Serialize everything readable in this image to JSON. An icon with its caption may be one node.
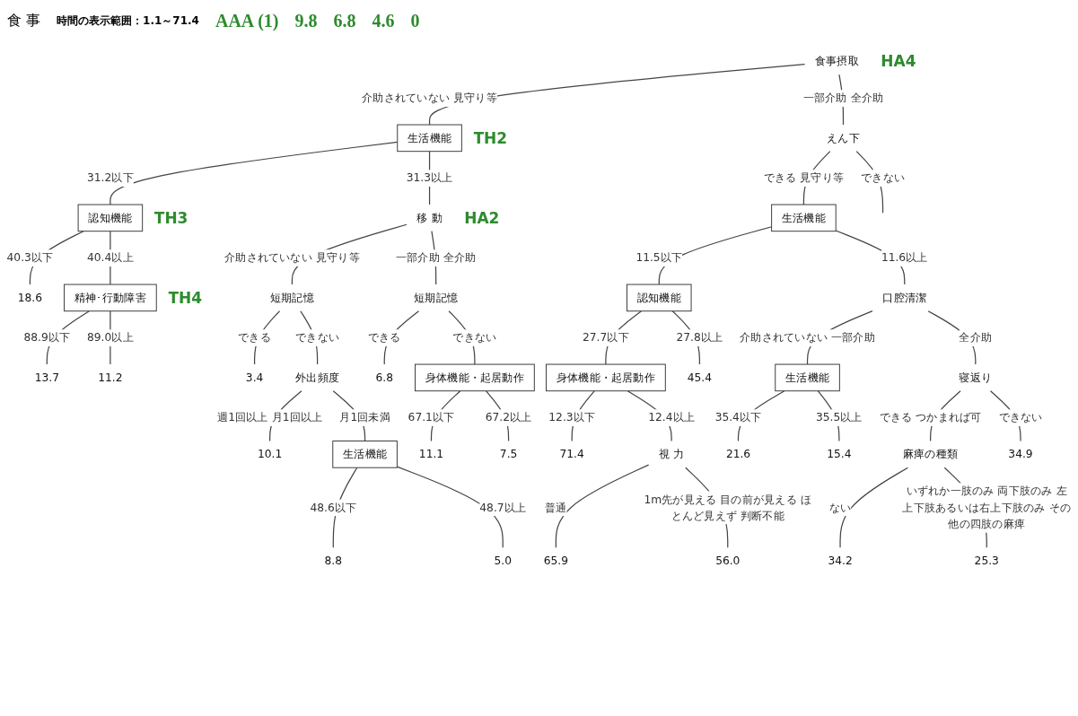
{
  "diagram": {
    "title": "食 事",
    "nodes": [
      {
        "text": [
          "食事摂取"
        ],
        "beside": [
          "HA4"
        ]
      },
      {
        "text": [
          "生活機能"
        ],
        "beside": [
          "TH2"
        ]
      },
      {
        "text": [
          "えん下"
        ]
      },
      {
        "text": [
          "認知機能"
        ],
        "beside": [
          "TH3"
        ]
      },
      {
        "text": [
          "移 動"
        ],
        "beside": [
          "HA2"
        ]
      },
      {
        "text": [
          "生活機能"
        ]
      },
      {
        "text": [
          "18.6"
        ]
      },
      {
        "text": [
          "精神･行動障害"
        ],
        "beside": [
          "TH4"
        ]
      },
      {
        "text": [
          "短期記憶"
        ]
      },
      {
        "text": [
          "短期記憶"
        ]
      },
      {
        "text": [
          "認知機能"
        ]
      },
      {
        "text": [
          "口腔清潔"
        ]
      },
      {
        "text": [
          "13.7"
        ]
      },
      {
        "text": [
          "11.2"
        ]
      },
      {
        "text": [
          "3.4"
        ]
      },
      {
        "text": [
          "外出頻度"
        ]
      },
      {
        "text": [
          "6.8"
        ]
      },
      {
        "text": [
          "身体機能・起居動作"
        ]
      },
      {
        "text": [
          "身体機能・起居動作"
        ]
      },
      {
        "text": [
          "45.4"
        ]
      },
      {
        "text": [
          "生活機能"
        ]
      },
      {
        "text": [
          "寝返り"
        ]
      },
      {
        "text": [
          "10.1"
        ]
      },
      {
        "text": [
          "生活機能"
        ]
      },
      {
        "text": [
          "11.1"
        ]
      },
      {
        "text": [
          "7.5"
        ]
      },
      {
        "text": [
          "71.4"
        ]
      },
      {
        "text": [
          "視 力"
        ]
      },
      {
        "text": [
          "21.6"
        ]
      },
      {
        "text": [
          "15.4"
        ]
      },
      {
        "text": [
          "麻痺の種類"
        ]
      },
      {
        "text": [
          "34.9"
        ]
      },
      {
        "text": [
          "8.8"
        ]
      },
      {
        "text": [
          "5.0"
        ]
      },
      {
        "text": [
          "65.9"
        ]
      },
      {
        "text": [
          "56.0"
        ]
      },
      {
        "text": [
          "34.2"
        ]
      },
      {
        "text": [
          "25.3"
        ]
      }
    ],
    "edges": [
      {
        "from": 0,
        "to": 1,
        "arrow": "none",
        "label": "介助されていない 見守り等"
      },
      {
        "from": 0,
        "to": 2,
        "arrow": "none",
        "label": "一部介助 全介助"
      },
      {
        "from": 1,
        "to": 3,
        "arrow": "none",
        "label": "31.2以下"
      },
      {
        "from": 1,
        "to": 4,
        "arrow": "none",
        "label": "31.3以上"
      },
      {
        "from": 2,
        "to": 5,
        "arrow": "none",
        "label": "できる 見守り等"
      },
      {
        "from": 2,
        "to": null,
        "arrow": "none",
        "label": "できない"
      },
      {
        "from": 3,
        "to": 6,
        "arrow": "none",
        "label": "40.3以下"
      },
      {
        "from": 3,
        "to": 7,
        "arrow": "none",
        "label": "40.4以上"
      },
      {
        "from": 4,
        "to": 8,
        "arrow": "none",
        "label": "介助されていない 見守り等"
      },
      {
        "from": 4,
        "to": 9,
        "arrow": "none",
        "label": "一部介助 全介助"
      },
      {
        "from": 5,
        "to": 10,
        "arrow": "none",
        "label": "11.5以下"
      },
      {
        "from": 5,
        "to": 11,
        "arrow": "none",
        "label": "11.6以上"
      },
      {
        "from": 7,
        "to": 12,
        "arrow": "none",
        "label": "88.9以下"
      },
      {
        "from": 7,
        "to": 13,
        "arrow": "none",
        "label": "89.0以上"
      },
      {
        "from": 8,
        "to": 14,
        "arrow": "none",
        "label": "できる"
      },
      {
        "from": 8,
        "to": 15,
        "arrow": "none",
        "label": "できない"
      },
      {
        "from": 9,
        "to": 16,
        "arrow": "none",
        "label": "できる"
      },
      {
        "from": 9,
        "to": 17,
        "arrow": "none",
        "label": "できない"
      },
      {
        "from": 10,
        "to": 18,
        "arrow": "none",
        "label": "27.7以下"
      },
      {
        "from": 10,
        "to": 19,
        "arrow": "none",
        "label": "27.8以上"
      },
      {
        "from": 11,
        "to": 20,
        "arrow": "none",
        "label": "介助されていない 一部介助"
      },
      {
        "from": 11,
        "to": 21,
        "arrow": "none",
        "label": "全介助"
      },
      {
        "from": 15,
        "to": 22,
        "arrow": "none",
        "label": "週1回以上 月1回以上"
      },
      {
        "from": 15,
        "to": 23,
        "arrow": "none",
        "label": "月1回未満"
      },
      {
        "from": 17,
        "to": 24,
        "arrow": "none",
        "label": "67.1以下"
      },
      {
        "from": 17,
        "to": 25,
        "arrow": "none",
        "label": "67.2以上"
      },
      {
        "from": 18,
        "to": 26,
        "arrow": "none",
        "label": "12.3以下"
      },
      {
        "from": 18,
        "to": 27,
        "arrow": "none",
        "label": "12.4以上"
      },
      {
        "from": 20,
        "to": 28,
        "arrow": "none",
        "label": "35.4以下"
      },
      {
        "from": 20,
        "to": 29,
        "arrow": "none",
        "label": "35.5以上"
      },
      {
        "from": 21,
        "to": 30,
        "arrow": "none",
        "label": "できる つかまれば可"
      },
      {
        "from": 21,
        "to": 31,
        "arrow": "none",
        "label": "できない"
      },
      {
        "from": 23,
        "to": 32,
        "arrow": "none",
        "label": "48.6以下"
      },
      {
        "from": 23,
        "to": 33,
        "arrow": "none",
        "label": "48.7以上"
      },
      {
        "from": 27,
        "to": 34,
        "arrow": "none",
        "label": "普通"
      },
      {
        "from": 27,
        "to": 35,
        "arrow": "none",
        "label": "1m先が見える 目の前が見える ほとんど見えず 判断不能"
      },
      {
        "from": 30,
        "to": 36,
        "arrow": "none",
        "label": "ない"
      },
      {
        "from": 30,
        "to": 37,
        "arrow": "none",
        "label": "いずれか一肢のみ 両下肢のみ 左上下肢あるいは右上下肢のみ その他の四肢の麻痺"
      }
    ],
    "labels": [
      "時間の表示範囲：1.1～71.4",
      "AAA (1)",
      "9.8",
      "6.8",
      "4.6",
      "0"
    ]
  }
}
